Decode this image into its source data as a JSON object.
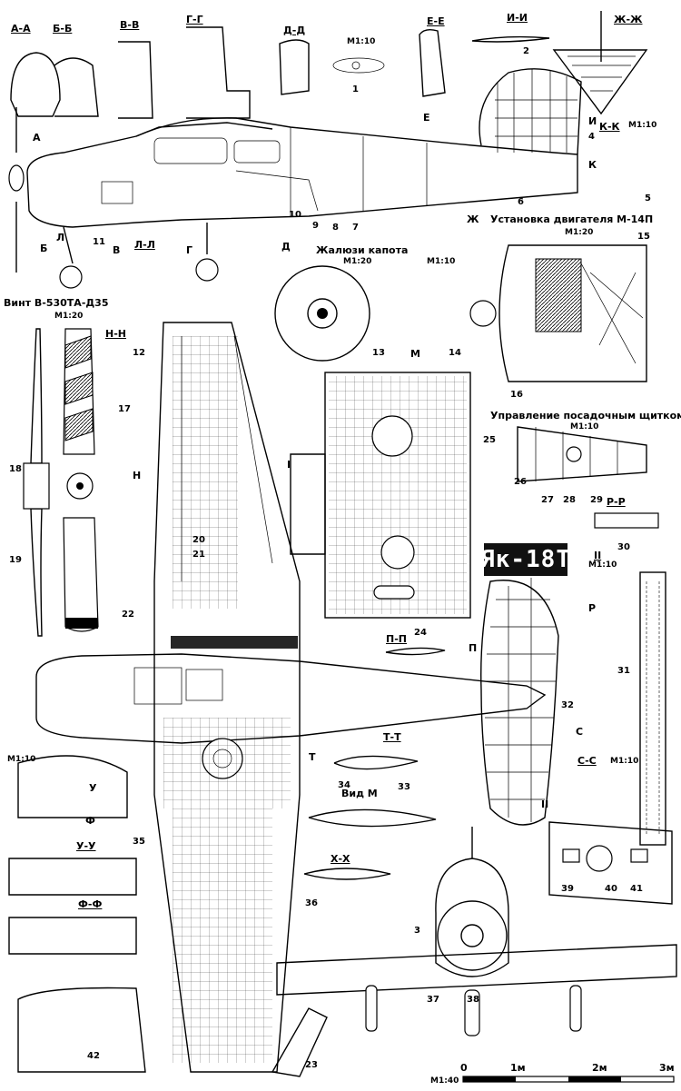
{
  "aircraft": "Як-18Т",
  "sections": {
    "aa": "А-А",
    "bb": "Б-Б",
    "vv": "В-В",
    "gg": "Г-Г",
    "dd": "Д-Д",
    "ee": "Е-Е",
    "ii": "И-И",
    "zhzh": "Ж-Ж",
    "kk": "К-К",
    "ll": "Л-Л",
    "nn": "Н-Н",
    "pp": "П-П",
    "rr": "Р-Р",
    "tt": "Т-Т",
    "ss": "С-С",
    "uu": "У-У",
    "ff": "Ф-Ф",
    "xx": "Х-Х",
    "ii_roman": "II"
  },
  "cut_marks": {
    "a": "А",
    "b": "Б",
    "v": "В",
    "g": "Г",
    "d": "Д",
    "e": "Е",
    "zh": "Ж",
    "i": "И",
    "k": "К",
    "l": "Л",
    "n": "Н",
    "m": "М",
    "p": "П",
    "r": "Р",
    "s": "С",
    "t": "Т",
    "u": "У",
    "f": "Ф",
    "one": "I",
    "two": "II"
  },
  "titles": {
    "engine": "Установка двигателя М-14П",
    "cowl_shutters": "Жалюзи капота",
    "propeller": "Винт В-530ТА-Д35",
    "flap_control": "Управление посадочным щитком",
    "view_m": "Вид М"
  },
  "scales": {
    "m1_10": "М1:10",
    "m1_20": "М1:20",
    "m1_40": "М1:40",
    "kk": "М1:10",
    "ss": "М1:10",
    "dd": "М1:10",
    "zhal": "М1:10"
  },
  "scale_bar": {
    "ticks": [
      "0",
      "1м",
      "2м",
      "3м"
    ],
    "caption": "М1:40"
  },
  "callouts": {
    "n1": "1",
    "n2": "2",
    "n3": "3",
    "n4": "4",
    "n5": "5",
    "n6": "6",
    "n7": "7",
    "n8": "8",
    "n9": "9",
    "n10": "10",
    "n11": "11",
    "n12": "12",
    "n13": "13",
    "n14": "14",
    "n15": "15",
    "n16": "16",
    "n17": "17",
    "n18": "18",
    "n19": "19",
    "n20": "20",
    "n21": "21",
    "n22": "22",
    "n23": "23",
    "n24": "24",
    "n25": "25",
    "n26": "26",
    "n27": "27",
    "n28": "28",
    "n29": "29",
    "n30": "30",
    "n31": "31",
    "n32": "32",
    "n33": "33",
    "n34": "34",
    "n35": "35",
    "n36": "36",
    "n37": "37",
    "n38": "38",
    "n39": "39",
    "n40": "40",
    "n41": "41",
    "n42": "42"
  }
}
